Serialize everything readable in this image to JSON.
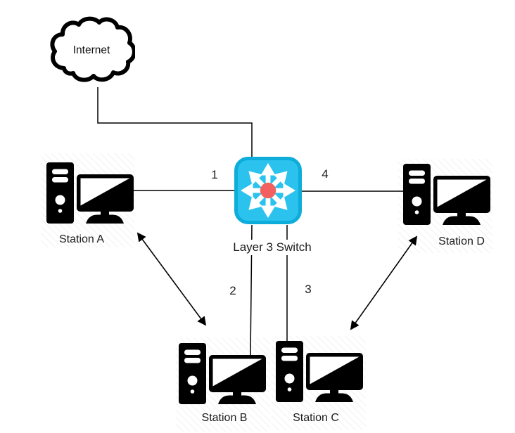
{
  "nodes": {
    "internet": {
      "label": "Internet",
      "type": "cloud"
    },
    "switch": {
      "label": "Layer 3 Switch",
      "type": "layer3-switch-icon"
    },
    "station_a": {
      "label": "Station A",
      "type": "workstation-icon"
    },
    "station_b": {
      "label": "Station B",
      "type": "workstation-icon"
    },
    "station_c": {
      "label": "Station C",
      "type": "workstation-icon"
    },
    "station_d": {
      "label": "Station D",
      "type": "workstation-icon"
    }
  },
  "ports": {
    "p1": "1",
    "p2": "2",
    "p3": "3",
    "p4": "4"
  },
  "edges": [
    {
      "from": "internet",
      "to": "switch",
      "style": "elbow"
    },
    {
      "from": "station_a",
      "to": "switch",
      "port": "1",
      "style": "straight"
    },
    {
      "from": "switch",
      "to": "station_b",
      "port": "2",
      "style": "straight"
    },
    {
      "from": "switch",
      "to": "station_c",
      "port": "3",
      "style": "straight"
    },
    {
      "from": "switch",
      "to": "station_d",
      "port": "4",
      "style": "straight"
    },
    {
      "from": "station_a",
      "to": "station_b",
      "style": "double-arrow"
    },
    {
      "from": "station_d",
      "to": "station_c",
      "style": "double-arrow"
    }
  ],
  "colors": {
    "canvas": "#ffffff",
    "line": "#000000",
    "icon": "#000000",
    "switch-fill": "#2bc3ee",
    "switch-border": "#0cadda",
    "switch-hub": "#f2615f"
  }
}
